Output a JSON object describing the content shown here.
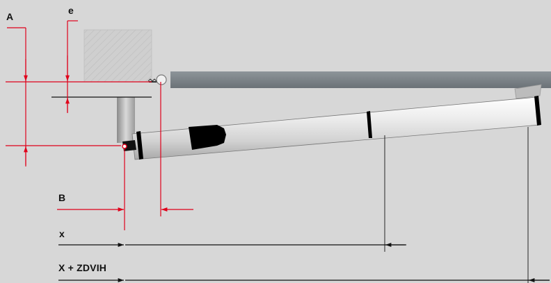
{
  "labels": {
    "A": "A",
    "e": "e",
    "B": "B",
    "x": "x",
    "x_zdvih": "X + ZDVIH"
  },
  "colors": {
    "background": "#d7d7d7",
    "dimension_red": "#e0001a",
    "dimension_black": "#111111",
    "gate_bar": "#7d8489",
    "pillar": "#c6c6c6",
    "actuator_body": "#f2f2f2",
    "actuator_band": "#000000"
  }
}
